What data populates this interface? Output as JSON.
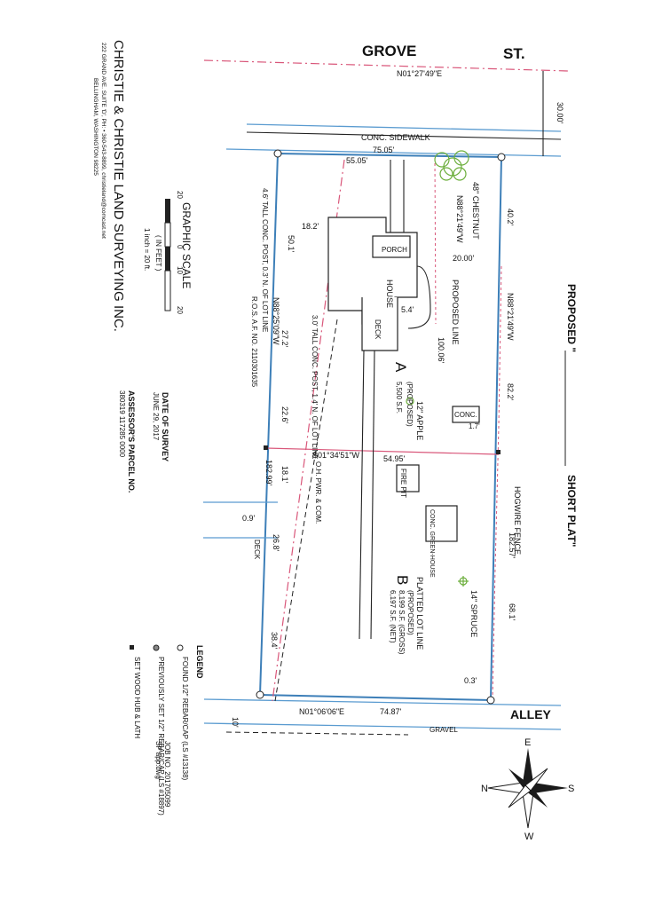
{
  "streets": {
    "grove_1": "GROVE",
    "grove_2": "ST.",
    "alley": "ALLEY"
  },
  "bearings": {
    "north_line": "N01°27'49\"E",
    "south_line": "N01°06'06\"E",
    "east_line": "N88°21'49\"W",
    "west_line": "N88°25'09\"W",
    "division_line": "S01°34'51\"W",
    "north_inner": "N88°21'49\"W"
  },
  "distances": {
    "row_width": "30.00'",
    "north_total": "75.05'",
    "north_west": "55.05'",
    "south_total": "74.87'",
    "east_seg1": "40.2'",
    "east_seg2": "82.2'",
    "east_seg3": "182.57'",
    "east_seg4": "68.1'",
    "east_offset": "0.3'",
    "offset_1_7": "1.7'",
    "offset_20": "20.00'",
    "west_seg1": "50.1'",
    "west_seg2": "27.2'",
    "west_seg3": "22.6'",
    "west_seg4": "18.1'",
    "west_total": "182.99'",
    "west_seg5": "26.8'",
    "west_seg6": "38.4'",
    "dim_18_2": "18.2'",
    "dim_5_4": "5.4'",
    "dim_100": "100.06'",
    "div_width": "54.95'",
    "dim_0_9": "0.9'",
    "alley_width": "10'"
  },
  "features": {
    "sidewalk": "CONC. SIDEWALK",
    "chestnut": "48\" CHESTNUT",
    "porch": "PORCH",
    "house": "HOUSE",
    "deck_house": "DECK",
    "deck_west": "DECK",
    "proposed_line": "PROPOSED LINE",
    "conc": "CONC.",
    "apple": "12\" APPLE",
    "fire_pit": "FIRE PIT",
    "greenhouse": "CONC. GREEN-HOUSE",
    "spruce": "14\" SPRUCE",
    "hogwire": "HOGWIRE FENCE",
    "platted": "PLATTED LOT LINE",
    "gravel": "GRAVEL",
    "post1": "4.6' TALL CONC. POST, 0.3' N. OF LOT LINE",
    "post2": "3.0' TALL CONC. POST, 1.4' N. OF LOT LINE",
    "ros": "R.O.S. A.F. NO. 2110301635",
    "ohp": "O.H. PWR. & COM."
  },
  "lots": {
    "a_letter": "A",
    "a_status": "(PROPOSED)",
    "a_area": "5,500 S.F.",
    "b_letter": "B",
    "b_status": "(PROPOSED)",
    "b_gross": "8,199 S.F. (GROSS)",
    "b_net": "6,197 S.F. (NET)"
  },
  "title_block": {
    "proposed": "PROPOSED \"",
    "short_plat": "SHORT PLAT\"",
    "company": "CHRISTIE & CHRISTIE LAND SURVEYING INC.",
    "address": "222 GRAND AVE. SUITE 'D', PH: • 360-543-8899, christieland@comcast.net",
    "city": "BELLINGHAM, WASHINGTON 98225",
    "date_label": "DATE OF SURVEY",
    "date": "JUNE 29, 2017",
    "parcel_label": "ASSESSOR'S PARCEL NO.",
    "parcel": "380319 117285 0000",
    "job": "JOB NO. 201705099",
    "file": "SP app.dwg"
  },
  "scale": {
    "title": "GRAPHIC SCALE",
    "t0": "0",
    "t10": "10",
    "t20": "20",
    "t20n": "20",
    "unit": "( IN FEET )",
    "ratio": "1 inch = 20 ft."
  },
  "legend": {
    "title": "LEGEND",
    "item1": "FOUND 1/2\" REBAR/CAP (LS #13138)",
    "item2": "PREVIOUSLY SET 1/2\" REBAR/CAP (LS #18897)",
    "item3": "SET WOOD HUB & LATH"
  },
  "compass": {
    "n": "N",
    "s": "S",
    "e": "E",
    "w": "W"
  },
  "colors": {
    "boundary": "#3d7fb8",
    "proposed": "#d9577a",
    "tree": "#6cae3c"
  }
}
